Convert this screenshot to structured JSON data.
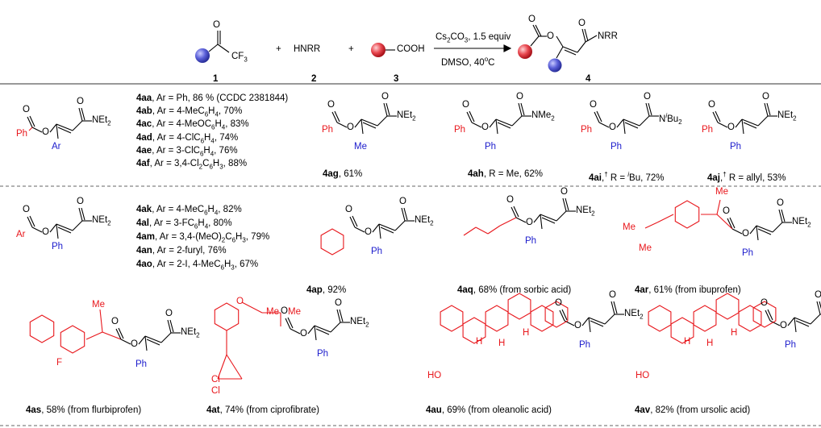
{
  "scheme": {
    "reactant1_group": "CF",
    "reactant1_sub": "3",
    "reactant2": "HNRR",
    "reactant3_group": "COOH",
    "conditions_top": "Cs2CO3, 1.5 equiv",
    "conditions_bottom": "DMSO, 40oC",
    "product_group": "NRR",
    "labels": [
      "1",
      "2",
      "3",
      "4"
    ],
    "plus": "+"
  },
  "atoms": {
    "O": "O",
    "Ph": "Ph",
    "Ar": "Ar",
    "Me": "Me",
    "N": "N",
    "NEt2": "NEt2",
    "NMe2": "NMe2",
    "NiBu2": "NiBu2",
    "F": "F",
    "Cl": "Cl",
    "H": "H",
    "HO": "HO"
  },
  "row1": {
    "list": [
      {
        "id": "4aa",
        "text": ", Ar = Ph,  86 % (CCDC 2381844)"
      },
      {
        "id": "4ab",
        "text": ", Ar = 4-MeC6H4, 70%"
      },
      {
        "id": "4ac",
        "text": ", Ar = 4-MeOC6H4, 83%"
      },
      {
        "id": "4ad",
        "text": ", Ar = 4-ClC6H4, 74%"
      },
      {
        "id": "4ae",
        "text": ", Ar = 3-ClC6H4, 76%"
      },
      {
        "id": "4af",
        "text": ", Ar = 3,4-Cl2C6H3, 88%"
      }
    ],
    "captions": [
      {
        "id": "4ag",
        "text": ", 61%"
      },
      {
        "id": "4ah",
        "text": ", R = Me, 62%"
      },
      {
        "id": "4ai",
        "text": ",† R = iBu, 72%"
      },
      {
        "id": "4aj",
        "text": ",† R = allyl, 53%"
      }
    ]
  },
  "row2": {
    "list": [
      {
        "id": "4ak",
        "text": ", Ar = 4-MeC6H4, 82%"
      },
      {
        "id": "4al",
        "text": ", Ar = 3-FC6H4, 80%"
      },
      {
        "id": "4am",
        "text": ", Ar = 3,4-(MeO)2C6H3, 79%"
      },
      {
        "id": "4an",
        "text": ", Ar = 2-furyl, 76%"
      },
      {
        "id": "4ao",
        "text": ", Ar = 2-I, 4-MeC6H3, 67%"
      }
    ],
    "captions": [
      {
        "id": "4ap",
        "text": ", 92%"
      },
      {
        "id": "4aq",
        "text": ", 68% (from sorbic acid)"
      },
      {
        "id": "4ar",
        "text": ", 61% (from ibuprofen)"
      }
    ]
  },
  "row3": {
    "captions": [
      {
        "id": "4as",
        "text": ", 58% (from flurbiprofen)"
      },
      {
        "id": "4at",
        "text": ", 74% (from ciprofibrate)"
      },
      {
        "id": "4au",
        "text": ", 69% (from oleanolic acid)"
      },
      {
        "id": "4av",
        "text": ", 82% (from ursolic acid)"
      }
    ]
  },
  "colors": {
    "red": "#e8171c",
    "blue": "#1c1ccc",
    "sphere_red": "#e8474f",
    "sphere_blue": "#5a5fd8",
    "divider": "#999999"
  }
}
